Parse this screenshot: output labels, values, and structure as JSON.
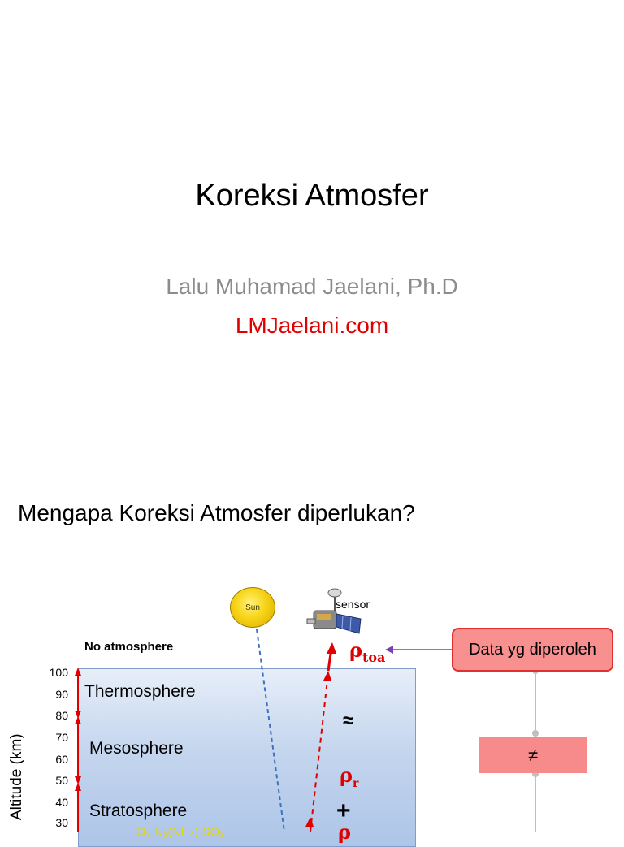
{
  "slide1": {
    "title": "Koreksi Atmosfer",
    "author": "Lalu Muhamad Jaelani, Ph.D",
    "website": "LMJaelani.com"
  },
  "slide2": {
    "title": "Mengapa Koreksi Atmosfer diperlukan?",
    "sun_label": "Sun",
    "sensor_label": "sensor",
    "no_atmosphere": "No atmosphere",
    "altitude_axis_label": "Altitude (km)",
    "altitude_ticks": [
      "100",
      "90",
      "80",
      "70",
      "60",
      "50",
      "40",
      "30"
    ],
    "layers": [
      "Thermosphere",
      "Mesosphere",
      "Stratosphere"
    ],
    "rho_symbol": "ρ",
    "rho_toa_sub": "toa",
    "rho_r_sub": "r",
    "approx_symbol": "≈",
    "plus_symbol": "+",
    "data_box_label": "Data yg diperoleh",
    "not_equal_symbol": "≠",
    "gas_label": "O₃ N₂(NH₄) SO₂",
    "colors": {
      "accent_red": "#e00000",
      "atmosphere_blue": "#c5d6ee",
      "box_pink": "#f99090",
      "arrow_purple": "#7a3fb0"
    }
  }
}
